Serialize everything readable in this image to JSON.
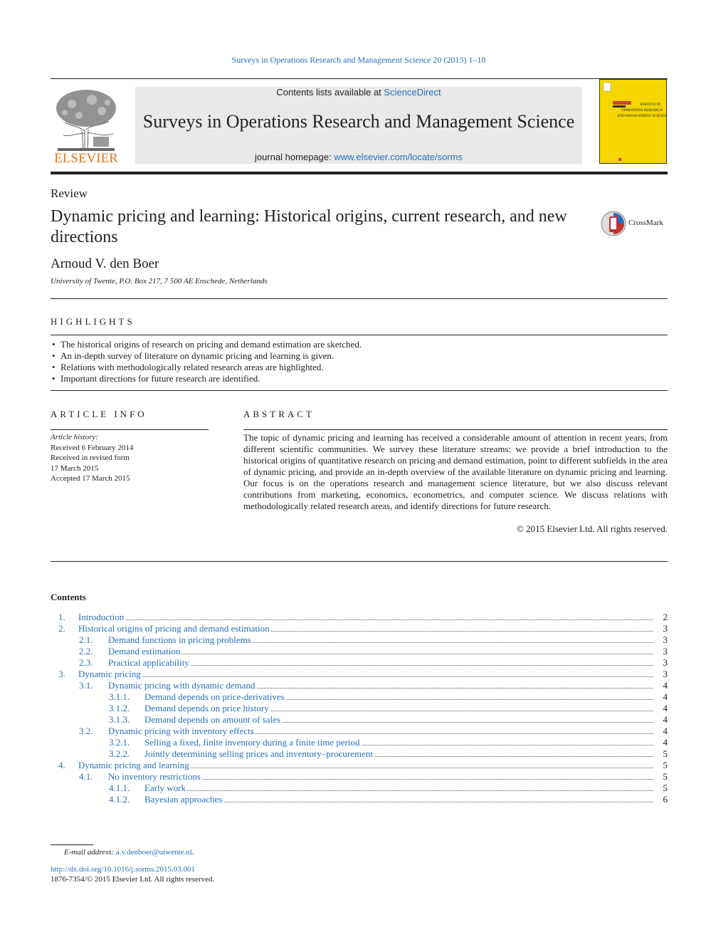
{
  "running_head": "Surveys in Operations Research and Management Science 20 (2015) 1–18",
  "masthead": {
    "contents_prefix": "Contents lists available at ",
    "contents_link": "ScienceDirect",
    "journal_name": "Surveys in Operations Research and Management Science",
    "homepage_prefix": "journal homepage: ",
    "homepage_link": "www.elsevier.com/locate/sorms",
    "publisher": "ELSEVIER",
    "cover_title": "SURVEYS IN OPERATIONS RESEARCH AND MANAGEMENT SCIENCE"
  },
  "article": {
    "type": "Review",
    "title": "Dynamic pricing and learning: Historical origins, current research, and new directions",
    "crossmark": "CrossMark",
    "author": "Arnoud V. den Boer",
    "affiliation": "University of Twente, P.O. Box 217, 7 500 AE Enschede, Netherlands"
  },
  "highlights": {
    "heading": "HIGHLIGHTS",
    "items": [
      "The historical origins of research on pricing and demand estimation are sketched.",
      "An in-depth survey of literature on dynamic pricing and learning is given.",
      "Relations with methodologically related research areas are highlighted.",
      "Important directions for future research are identified."
    ]
  },
  "article_info": {
    "heading": "ARTICLE INFO",
    "history_label": "Article history:",
    "lines": [
      "Received 6 February 2014",
      "Received in revised form",
      "17 March 2015",
      "Accepted 17 March 2015"
    ]
  },
  "abstract": {
    "heading": "ABSTRACT",
    "text": "The topic of dynamic pricing and learning has received a considerable amount of attention in recent years, from different scientific communities. We survey these literature streams: we provide a brief introduction to the historical origins of quantitative research on pricing and demand estimation, point to different subfields in the area of dynamic pricing, and provide an in-depth overview of the available literature on dynamic pricing and learning. Our focus is on the operations research and management science literature, but we also discuss relevant contributions from marketing, economics, econometrics, and computer science. We discuss relations with methodologically related research areas, and identify directions for future research.",
    "copyright": "© 2015 Elsevier Ltd. All rights reserved."
  },
  "contents": {
    "heading": "Contents",
    "entries": [
      {
        "num": "1.",
        "title": "Introduction",
        "page": "2",
        "level": 1
      },
      {
        "num": "2.",
        "title": "Historical origins of pricing and demand estimation",
        "page": "3",
        "level": 1
      },
      {
        "num": "2.1.",
        "title": "Demand functions in pricing problems",
        "page": "3",
        "level": 2
      },
      {
        "num": "2.2.",
        "title": "Demand estimation",
        "page": "3",
        "level": 2
      },
      {
        "num": "2.3.",
        "title": "Practical applicability",
        "page": "3",
        "level": 2
      },
      {
        "num": "3.",
        "title": "Dynamic pricing",
        "page": "3",
        "level": 1
      },
      {
        "num": "3.1.",
        "title": "Dynamic pricing with dynamic demand",
        "page": "4",
        "level": 2
      },
      {
        "num": "3.1.1.",
        "title": "Demand depends on price-derivatives",
        "page": "4",
        "level": 3
      },
      {
        "num": "3.1.2.",
        "title": "Demand depends on price history",
        "page": "4",
        "level": 3
      },
      {
        "num": "3.1.3.",
        "title": "Demand depends on amount of sales",
        "page": "4",
        "level": 3
      },
      {
        "num": "3.2.",
        "title": "Dynamic pricing with inventory effects",
        "page": "4",
        "level": 2
      },
      {
        "num": "3.2.1.",
        "title": "Selling a fixed, finite inventory during a finite time period",
        "page": "4",
        "level": 3
      },
      {
        "num": "3.2.2.",
        "title": "Jointly determining selling prices and inventory–procurement",
        "page": "5",
        "level": 3
      },
      {
        "num": "4.",
        "title": "Dynamic pricing and learning",
        "page": "5",
        "level": 1
      },
      {
        "num": "4.1.",
        "title": "No inventory restrictions",
        "page": "5",
        "level": 2
      },
      {
        "num": "4.1.1.",
        "title": "Early work",
        "page": "5",
        "level": 3
      },
      {
        "num": "4.1.2.",
        "title": "Bayesian approaches",
        "page": "6",
        "level": 3
      }
    ]
  },
  "footer": {
    "email_label": "E-mail address: ",
    "email": "a.v.denboer@utwente.nl",
    "email_suffix": ".",
    "doi": "http://dx.doi.org/10.1016/j.sorms.2015.03.001",
    "issn": "1876-7354/© 2015 Elsevier Ltd. All rights reserved."
  },
  "colors": {
    "link": "#2a6ebb",
    "publisher_orange": "#e8751a",
    "cover_yellow": "#f5d600"
  }
}
